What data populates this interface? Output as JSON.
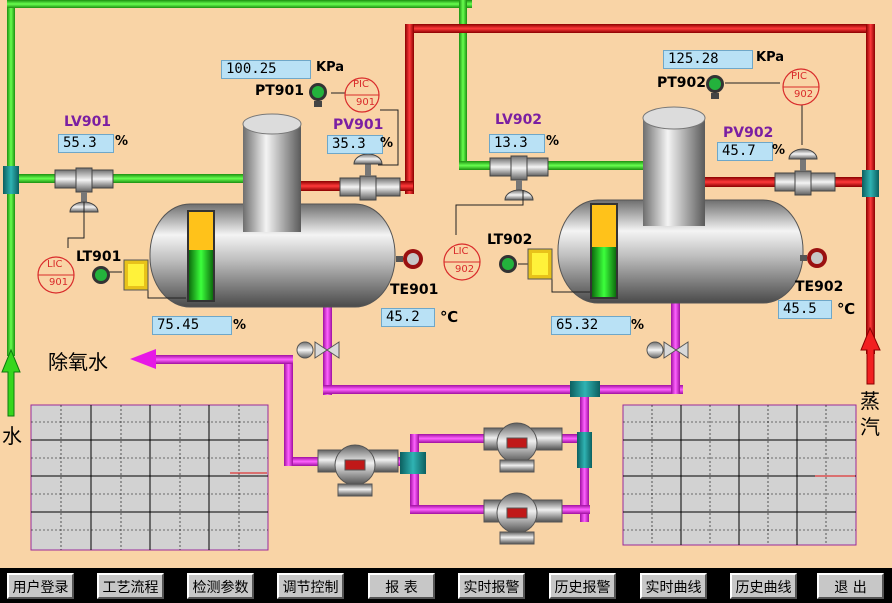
{
  "colors": {
    "background": "#f9d4a6",
    "water_line": "#35e11c",
    "steam_line": "#e10f0f",
    "deaerated_water_line": "#e619e6",
    "value_box": "#b9e1f5",
    "tag_text": "#7b1fa2",
    "fitting": "#1a8a8a"
  },
  "units": {
    "pressure": "KPa",
    "percent": "%",
    "temperature": "℃"
  },
  "tank1": {
    "pressure_tag": "PT901",
    "pressure_value": "100.25",
    "pic_tag": "PIC",
    "pic_num": "901",
    "pv_tag": "PV901",
    "pv_value": "35.3",
    "lv_tag": "LV901",
    "lv_value": "55.3",
    "lt_tag": "LT901",
    "lic_tag": "LIC",
    "lic_num": "901",
    "level_value": "75.45",
    "te_tag": "TE901",
    "temp_value": "45.2"
  },
  "tank2": {
    "pressure_tag": "PT902",
    "pressure_value": "125.28",
    "pic_tag": "PIC",
    "pic_num": "902",
    "pv_tag": "PV902",
    "pv_value": "45.7",
    "lv_tag": "LV902",
    "lv_value": "13.3",
    "lt_tag": "LT902",
    "lic_tag": "LIC",
    "lic_num": "902",
    "level_value": "65.32",
    "te_tag": "TE902",
    "temp_value": "45.5"
  },
  "labels": {
    "deaerated_water": "除氧水",
    "water": "水",
    "steam_1": "蒸",
    "steam_2": "汽"
  },
  "nav": [
    {
      "label": "用户登录",
      "icon": "user-login"
    },
    {
      "label": "工艺流程",
      "icon": "process-flow"
    },
    {
      "label": "检测参数",
      "icon": "measurement-params"
    },
    {
      "label": "调节控制",
      "icon": "regulation-control"
    },
    {
      "label": "报  表",
      "icon": "report"
    },
    {
      "label": "实时报警",
      "icon": "realtime-alarm"
    },
    {
      "label": "历史报警",
      "icon": "history-alarm"
    },
    {
      "label": "实时曲线",
      "icon": "realtime-curve"
    },
    {
      "label": "历史曲线",
      "icon": "history-curve"
    },
    {
      "label": "退  出",
      "icon": "exit"
    }
  ]
}
